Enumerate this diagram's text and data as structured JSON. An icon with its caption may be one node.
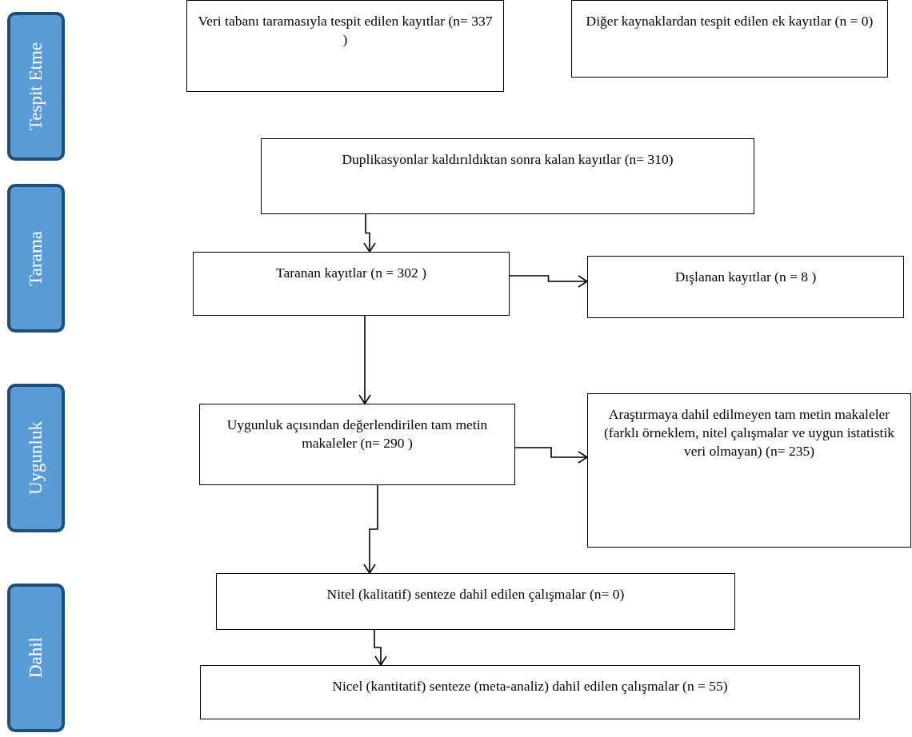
{
  "diagram": {
    "nodes": [
      {
        "text": [
          "Tespit Etme"
        ]
      },
      {
        "text": [
          "Tarama"
        ]
      },
      {
        "text": [
          "Uygunluk"
        ]
      },
      {
        "text": [
          "Dahil"
        ]
      },
      {
        "text": [
          "Veri tabanı taramasıyla tespit edilen kayıtlar (n= 337 )"
        ]
      },
      {
        "text": [
          "Diğer kaynaklardan tespit edilen ek kayıtlar (n = 0)"
        ]
      },
      {
        "text": [
          "Duplikasyonlar kaldırıldıktan sonra kalan kayıtlar (n= 310)"
        ]
      },
      {
        "text": [
          "Taranan kayıtlar (n = 302 )"
        ]
      },
      {
        "text": [
          "Dışlanan kayıtlar (n = 8 )"
        ]
      },
      {
        "text": [
          "Uygunluk açısından değerlendirilen tam metin makaleler (n= 290 )"
        ]
      },
      {
        "text": [
          "Araştırmaya dahil edilmeyen tam metin makaleler (farklı örneklem, nitel çalışmalar ve uygun istatistik veri olmayan) (n= 235)"
        ]
      },
      {
        "text": [
          "Nitel (kalitatif) senteze dahil edilen çalışmalar (n= 0)"
        ]
      },
      {
        "text": [
          "Nicel (kantitatif) senteze (meta-analiz) dahil edilen çalışmalar (n = 55)"
        ]
      }
    ],
    "edges": [
      {
        "from": 6,
        "to": 7,
        "arrow": "to"
      },
      {
        "from": 7,
        "to": 8,
        "arrow": "to"
      },
      {
        "from": 7,
        "to": 9,
        "arrow": "to"
      },
      {
        "from": 9,
        "to": 10,
        "arrow": "to"
      },
      {
        "from": 9,
        "to": 11,
        "arrow": "to"
      },
      {
        "from": 11,
        "to": 12,
        "arrow": "to"
      }
    ]
  }
}
